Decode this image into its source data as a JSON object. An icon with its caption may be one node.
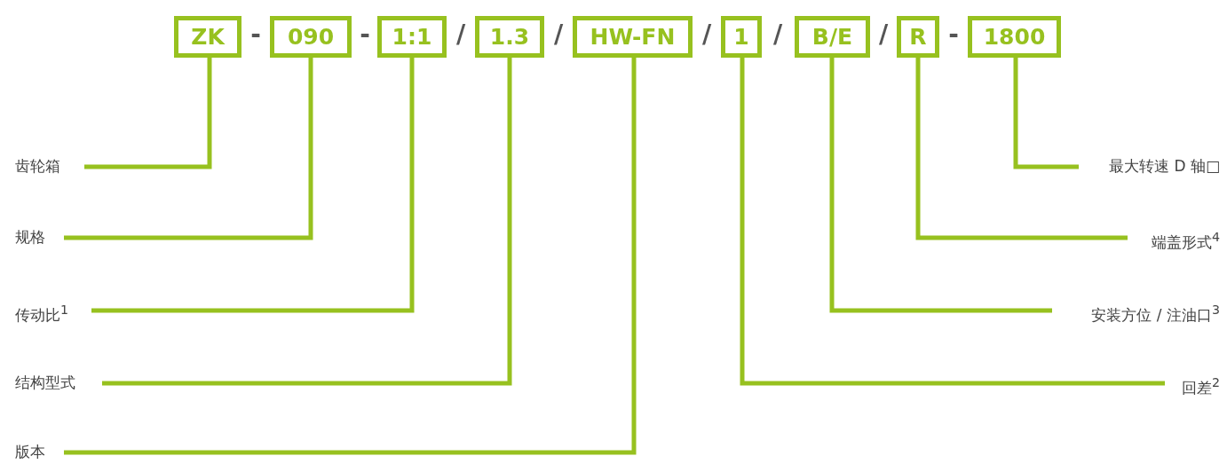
{
  "diagram": {
    "nodes": [
      {
        "text": [
          "ZK"
        ]
      },
      {
        "text": [
          "090"
        ]
      },
      {
        "text": [
          "1:1"
        ]
      },
      {
        "text": [
          "1.3"
        ]
      },
      {
        "text": [
          "HW-FN"
        ]
      },
      {
        "text": [
          "1"
        ]
      },
      {
        "text": [
          "B/E"
        ]
      },
      {
        "text": [
          "R"
        ]
      },
      {
        "text": [
          "1800"
        ]
      },
      {
        "text": [
          "齿轮箱"
        ]
      },
      {
        "text": [
          "规格"
        ]
      },
      {
        "text": [
          "传动比$^{1}$"
        ]
      },
      {
        "text": [
          "结构型式"
        ]
      },
      {
        "text": [
          "版本"
        ]
      },
      {
        "text": [
          "最大转速 D 轴□"
        ]
      },
      {
        "text": [
          "端盖形式$^{4}$"
        ]
      },
      {
        "text": [
          "安装方位 / 注油口$^{3}$"
        ]
      },
      {
        "text": [
          "回差$^{2}$"
        ]
      }
    ],
    "edges": [
      {
        "from": 9,
        "to": 0,
        "arrow": "none"
      },
      {
        "from": 10,
        "to": 1,
        "arrow": "none"
      },
      {
        "from": 11,
        "to": 2,
        "arrow": "none"
      },
      {
        "from": 12,
        "to": 3,
        "arrow": "none"
      },
      {
        "from": 13,
        "to": 4,
        "arrow": "none"
      },
      {
        "from": 17,
        "to": 5,
        "arrow": "none"
      },
      {
        "from": 16,
        "to": 6,
        "arrow": "none"
      },
      {
        "from": 15,
        "to": 7,
        "arrow": "none"
      },
      {
        "from": 14,
        "to": 8,
        "arrow": "none"
      }
    ],
    "labels": [
      "-",
      "-",
      "/",
      "/",
      "/",
      "/",
      "/",
      "-"
    ]
  }
}
